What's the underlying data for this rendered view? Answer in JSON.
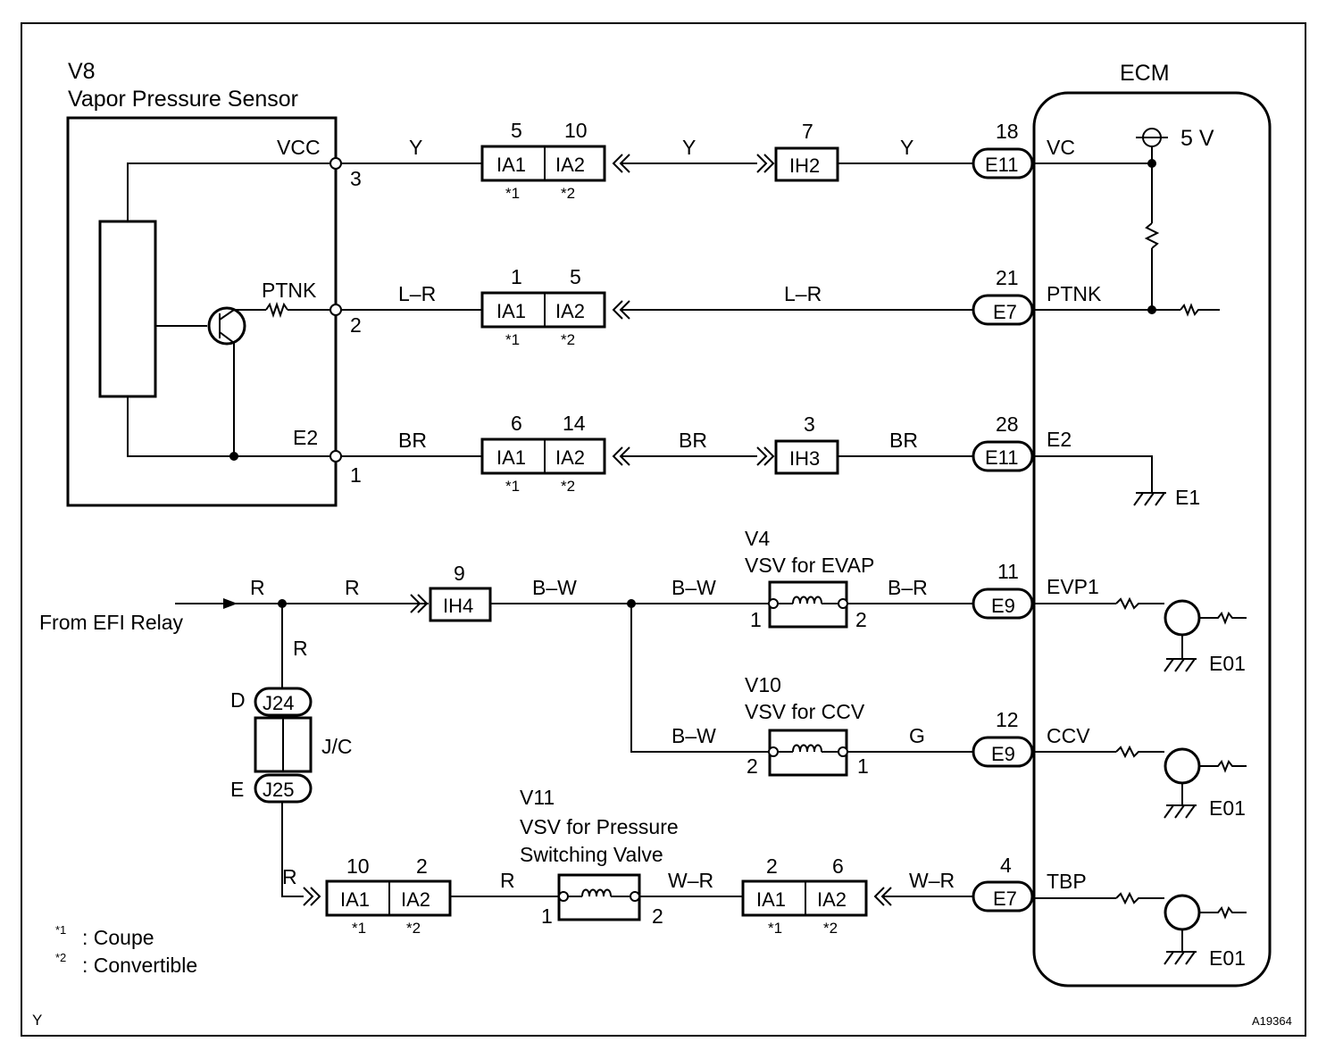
{
  "sensor": {
    "id": "V8",
    "name": "Vapor Pressure Sensor",
    "pin_vcc": "VCC",
    "pin_ptnk": "PTNK",
    "pin_e2": "E2",
    "num_vcc": "3",
    "num_ptnk": "2",
    "num_e2": "1"
  },
  "ecm": {
    "title": "ECM",
    "supply": "5 V",
    "vc": "VC",
    "ptnk": "PTNK",
    "e2": "E2",
    "e1": "E1",
    "evp1": "EVP1",
    "ccv": "CCV",
    "tbp": "TBP",
    "e01": "E01"
  },
  "wires": {
    "y": "Y",
    "lr": "L–R",
    "br": "BR",
    "r": "R",
    "bw": "B–W",
    "b_r": "B–R",
    "g": "G",
    "wr": "W–R"
  },
  "connectors": {
    "ia1": "IA1",
    "ia2": "IA2",
    "ih2": "IH2",
    "ih3": "IH3",
    "ih4": "IH4",
    "e11": "E11",
    "e7": "E7",
    "e9": "E9",
    "j24": "J24",
    "j25": "J25",
    "star1": "*1",
    "star2": "*2"
  },
  "pins": {
    "vcc_ia1": "5",
    "vcc_ia2": "10",
    "ih2": "7",
    "e11_vc": "18",
    "ptnk_ia1": "1",
    "ptnk_ia2": "5",
    "e7_ptnk": "21",
    "e2_ia1": "6",
    "e2_ia2": "14",
    "ih3": "3",
    "e11_e2": "28",
    "ih4": "9",
    "e9_evp": "11",
    "e9_ccv": "12",
    "e7_tbp": "4",
    "tbp_ia1": "10",
    "tbp_ia2": "2",
    "tbp2_ia1": "2",
    "tbp2_ia2": "6",
    "one": "1",
    "two": "2"
  },
  "components": {
    "v4_id": "V4",
    "v4_name": "VSV for EVAP",
    "v10_id": "V10",
    "v10_name": "VSV for CCV",
    "v11_id": "V11",
    "v11_name1": "VSV for Pressure",
    "v11_name2": "Switching Valve"
  },
  "junction": {
    "label": "J/C",
    "d": "D",
    "e": "E"
  },
  "source": "From EFI Relay",
  "notes": {
    "n1": ": Coupe",
    "n2": ": Convertible",
    "n1_mark": "*1",
    "n2_mark": "*2"
  },
  "corner": {
    "left": "Y",
    "right": "A19364"
  }
}
